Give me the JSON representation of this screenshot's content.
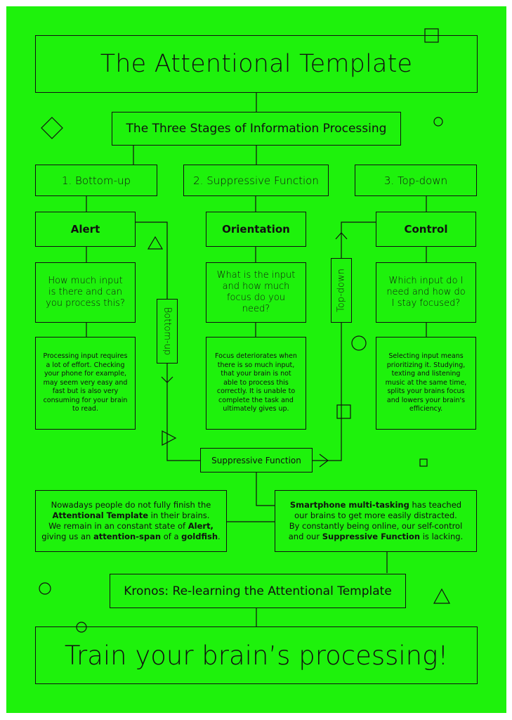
{
  "title": "The Attentional Template",
  "subtitle": "The Three Stages of Information Processing",
  "stages": {
    "bottom_up": "1. Bottom-up",
    "suppressive": "2. Suppressive Function",
    "top_down": "3. Top-down"
  },
  "headers": {
    "alert": "Alert",
    "orientation": "Orientation",
    "control": "Control"
  },
  "questions": {
    "alert": "How much input is there and can you process this?",
    "orientation": "What is the input and how much focus do you need?",
    "control": "Which input do I need and how do I stay focused?"
  },
  "descriptions": {
    "alert": "Processing input requires a lot of effort. Checking your phone for example, may seem very easy and fast but is also very consuming for your brain to read.",
    "orientation": "Focus deteriorates when there is so much input, that your brain is not able to process this correctly. It is unable to complete the task and ultimately gives up.",
    "control": "Selecting input means prioritizing it. Studying, texting and listening music at the same time, splits your brains focus and lowers your brain's efficiency."
  },
  "labels": {
    "bottom_up_vertical": "Bottom-up",
    "top_down_vertical": "Top-down",
    "suppressive_function": "Suppressive Function"
  },
  "note_left": {
    "t1": "Nowadays people do not fully finish the ",
    "b1": "Attentional Template",
    "t2": " in their brains.",
    "t3": "We remain in an constant state of ",
    "b2": "Alert,",
    "t4": "giving us an ",
    "b3": "attention-span",
    "t5": " of a ",
    "b4": "goldfish",
    "t6": "."
  },
  "note_right": {
    "b1": "Smartphone multi-tasking",
    "t1": " has teached",
    "t2": "our brains to get more easily distracted.",
    "t3": "By constantly being online, our self-control",
    "t4": "and our ",
    "b2": "Suppressive Function",
    "t5": " is lacking."
  },
  "kronos": "Kronos: Re-learning the Attentional Template",
  "train": "Train your brain’s processing!",
  "colors": {
    "background": "#1ef20c",
    "ink": "#111111"
  }
}
